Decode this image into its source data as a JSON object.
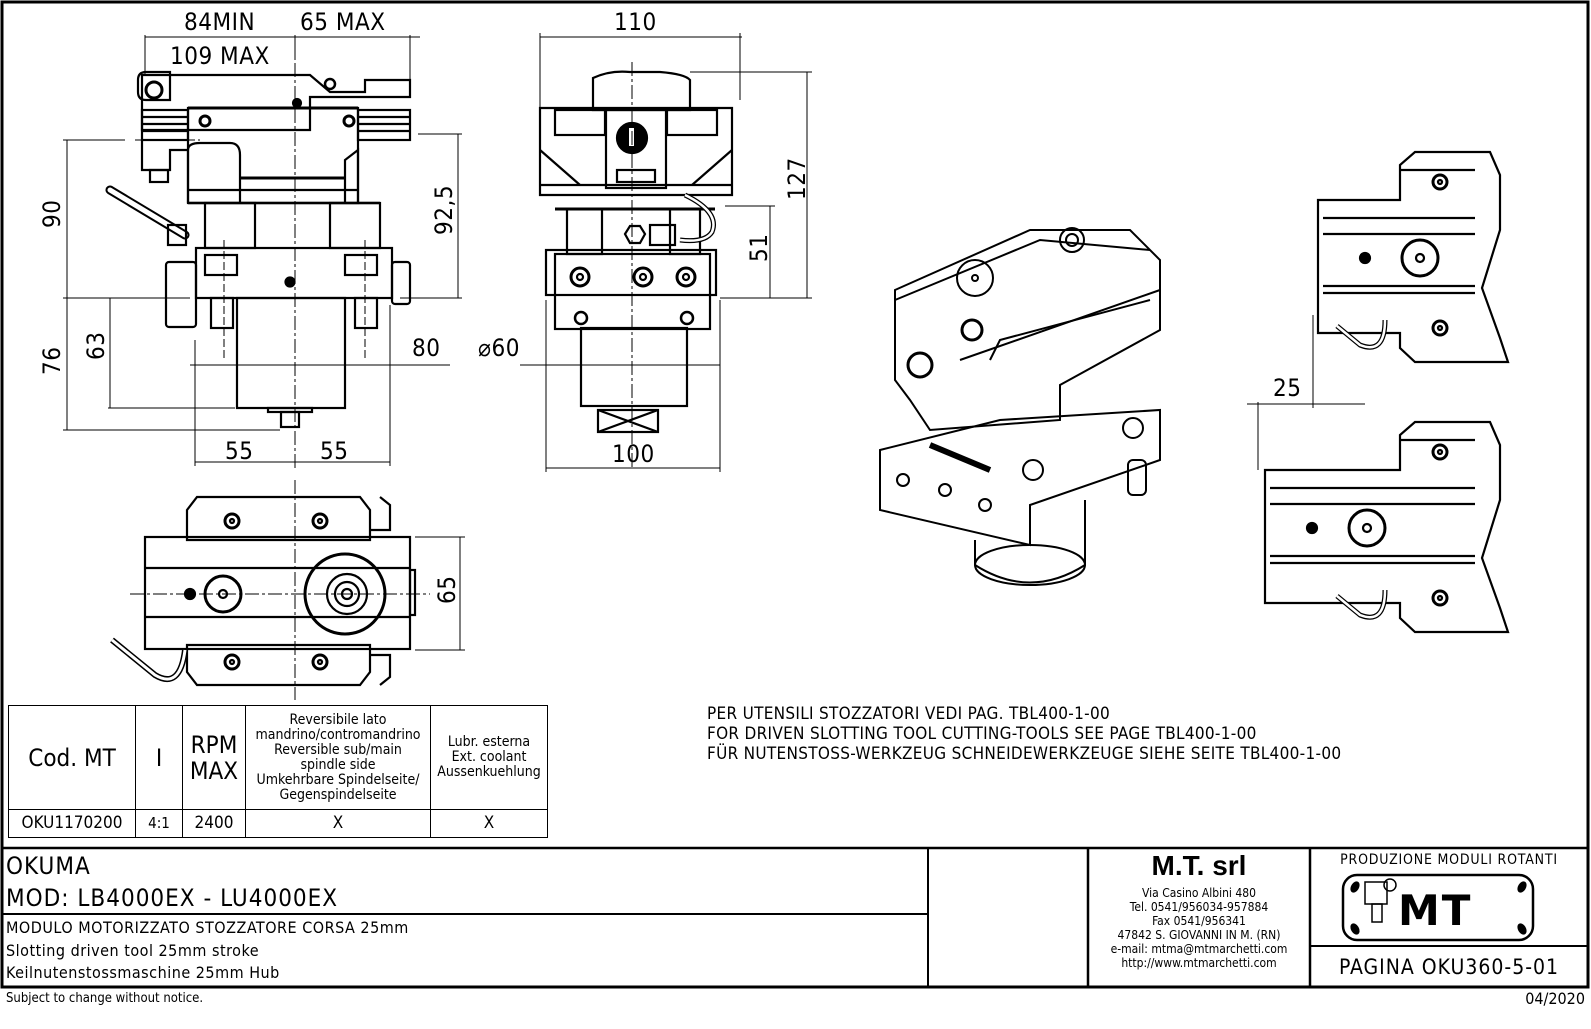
{
  "drawing": {
    "title": "Slotting driven tool technical drawing",
    "dimensions": {
      "top_left_1": "84MIN",
      "top_left_2": "65 MAX",
      "top_left_3": "109 MAX",
      "left_90": "90",
      "left_92_5": "92,5",
      "left_76": "76",
      "left_63": "63",
      "left_80": "80",
      "left_55a": "55",
      "left_55b": "55",
      "front_110": "110",
      "front_127": "127",
      "front_51": "51",
      "front_60": "⌀60",
      "front_100": "100",
      "bottom_65": "65",
      "stroke_25": "25"
    },
    "notes": [
      "PER UTENSILI STOZZATORI VEDI PAG. TBL400-1-00",
      "FOR DRIVEN SLOTTING TOOL CUTTING-TOOLS SEE PAGE TBL400-1-00",
      "FÜR NUTENSTOSS-WERKZEUG SCHNEIDEWERKZEUGE SIEHE SEITE TBL400-1-00"
    ]
  },
  "spec_table": {
    "headers": {
      "code": "Cod. MT",
      "ratio": "I",
      "rpm": [
        "RPM",
        "MAX"
      ],
      "reversible": [
        "Reversibile lato",
        "mandrino/contromandrino",
        "Reversible sub/main",
        "spindle side",
        "Umkehrbare Spindelseite/",
        "Gegenspindelseite"
      ],
      "coolant": [
        "Lubr. esterna",
        "Ext. coolant",
        "Aussenkuehlung"
      ]
    },
    "rows": [
      {
        "code": "OKU1170200",
        "ratio": "4:1",
        "rpm": "2400",
        "reversible": "X",
        "coolant": "X"
      }
    ]
  },
  "title_block": {
    "machine_brand": "OKUMA",
    "model": "MOD: LB4000EX - LU4000EX",
    "description_it": "MODULO MOTORIZZATO STOZZATORE CORSA 25mm",
    "description_en": "Slotting driven tool 25mm stroke",
    "description_de": "Keilnutenstossmaschine 25mm Hub",
    "company": {
      "name": "M.T. srl",
      "address": "Via Casino Albini 480",
      "tel": "Tel. 0541/956034-957884",
      "fax": "Fax 0541/956341",
      "city": "47842 S. GIOVANNI IN M. (RN)",
      "email": "e-mail: mtma@mtmarchetti.com",
      "web": "http://www.mtmarchetti.com"
    },
    "production_label": "PRODUZIONE MODULI ROTANTI",
    "logo_text": "MT",
    "page": "PAGINA OKU360-5-01",
    "disclaimer": "Subject to change without notice.",
    "date": "04/2020"
  }
}
